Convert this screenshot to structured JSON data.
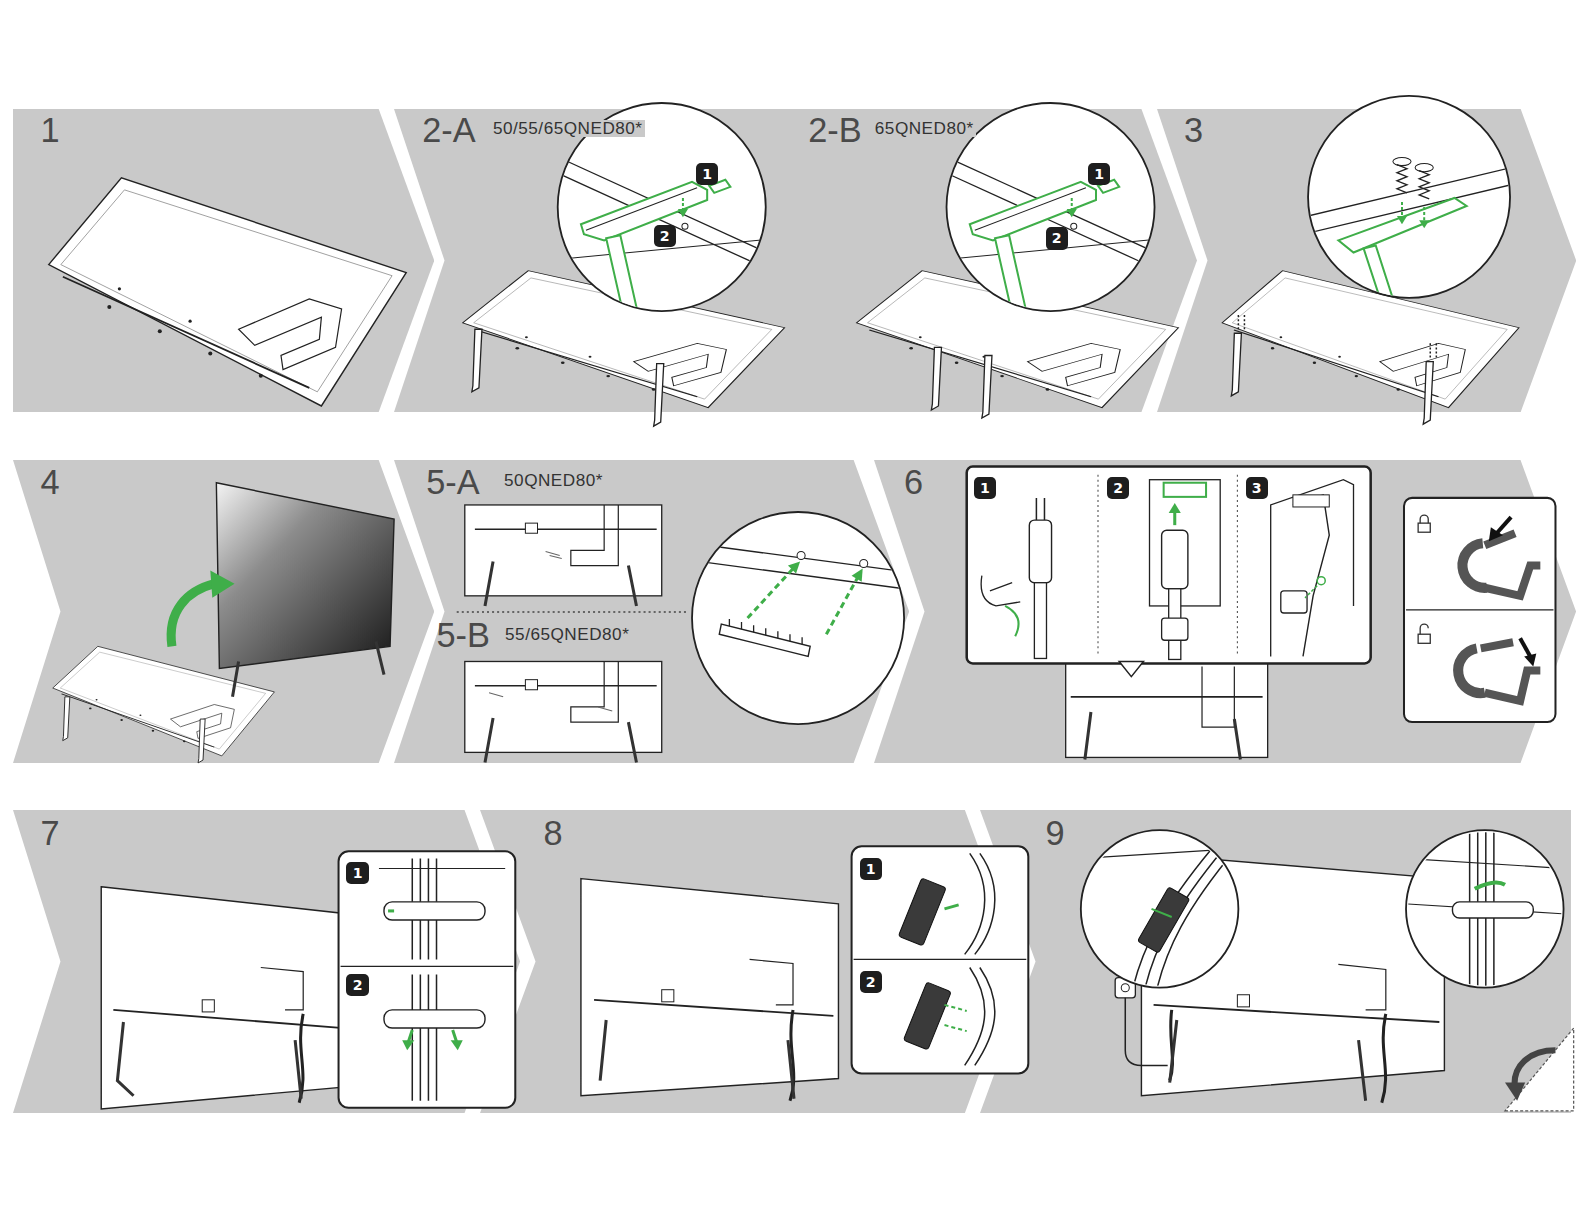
{
  "diagram": {
    "nodes": [
      {
        "text": [
          "1"
        ]
      },
      {
        "text": [
          "2-A",
          "50/55/65QNED80*"
        ]
      },
      {
        "text": [
          "1"
        ],
        "in": 1
      },
      {
        "text": [
          "2"
        ],
        "in": 1
      },
      {
        "text": [
          "2-B",
          "65QNED80*"
        ]
      },
      {
        "text": [
          "1"
        ],
        "in": 4
      },
      {
        "text": [
          "2"
        ],
        "in": 4
      },
      {
        "text": [
          "3"
        ]
      },
      {
        "text": [
          "4"
        ]
      },
      {
        "text": [
          "5-A",
          "50QNED80*",
          "5-B",
          "55/65QNED80*"
        ]
      },
      {
        "text": [
          "6"
        ]
      },
      {
        "text": [
          "1"
        ],
        "in": 10
      },
      {
        "text": [
          "2"
        ],
        "in": 10
      },
      {
        "text": [
          "3"
        ],
        "in": 10
      },
      {
        "text": [
          "7"
        ]
      },
      {
        "text": [
          "1"
        ],
        "in": 14
      },
      {
        "text": [
          "2"
        ],
        "in": 14
      },
      {
        "text": [
          "8"
        ]
      },
      {
        "text": [
          "1"
        ],
        "in": 17
      },
      {
        "text": [
          "2"
        ],
        "in": 17
      },
      {
        "text": [
          "9"
        ]
      }
    ]
  }
}
